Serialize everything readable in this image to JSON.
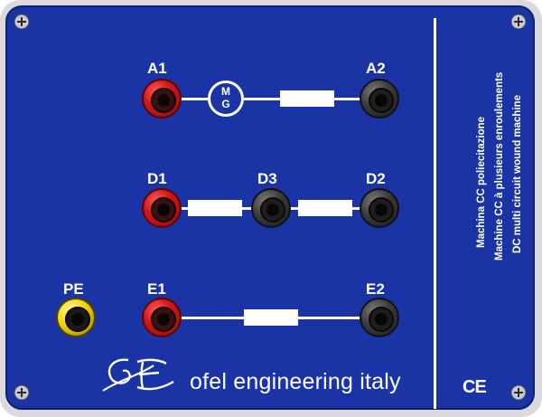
{
  "terminals": {
    "a1": "A1",
    "a2": "A2",
    "d1": "D1",
    "d3": "D3",
    "d2": "D2",
    "pe": "PE",
    "e1": "E1",
    "e2": "E2"
  },
  "motor": {
    "line1": "M",
    "line2": "G"
  },
  "company": "ofel engineering italy",
  "machine_description": [
    "Machina CC poliecitazione",
    "Machine CC à plusieurs enroulements",
    "DC multi circuit wound machine"
  ],
  "certification": "CE",
  "colors": {
    "panel": "#1a34a6",
    "jack_red": "#d41717",
    "jack_gray": "#3c3c3c",
    "jack_yellow": "#f2d400",
    "text": "#ffffff"
  },
  "icons": [
    "screw-icon",
    "motor-generator-icon",
    "ofel-logo-icon",
    "ce-mark"
  ]
}
